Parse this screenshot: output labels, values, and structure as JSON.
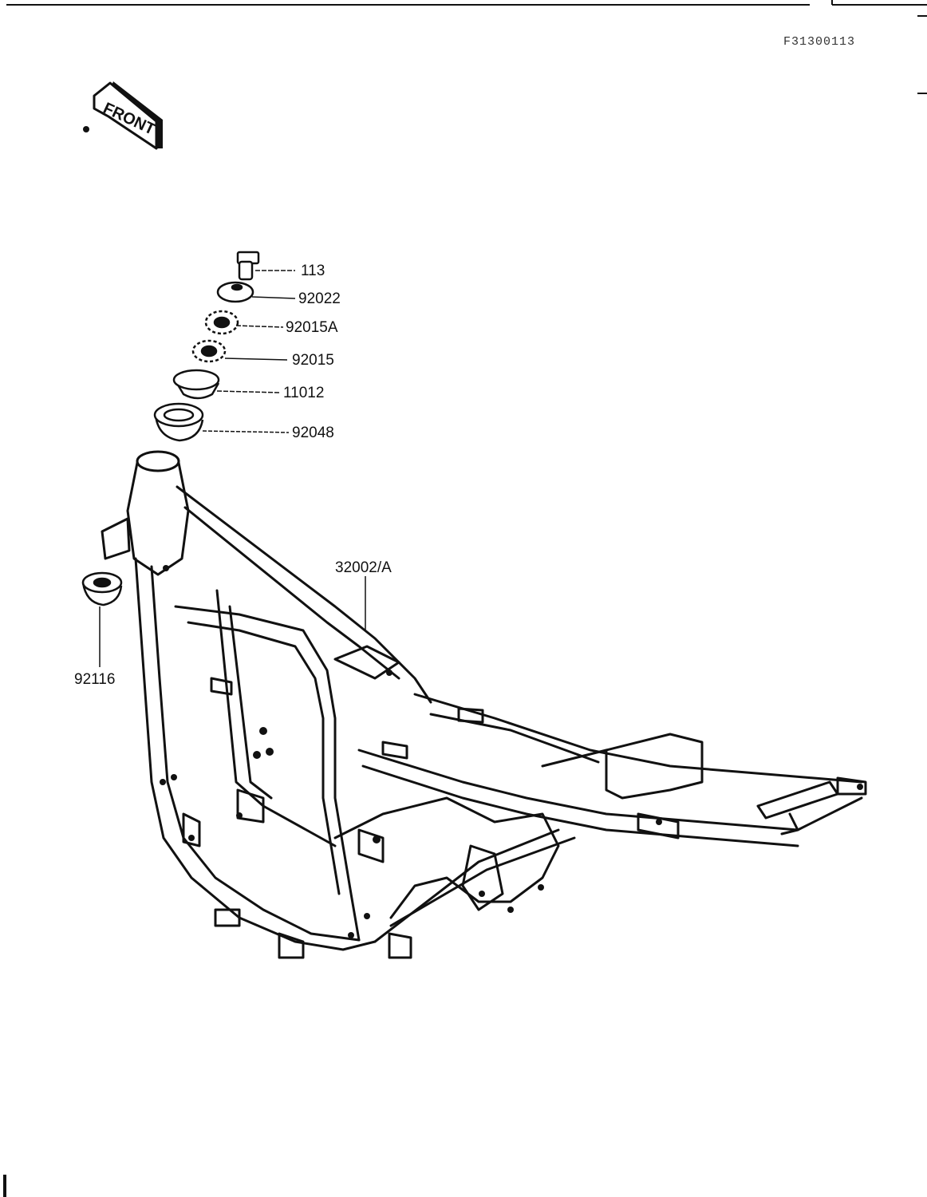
{
  "document": {
    "code": "F31300113",
    "front_badge": "FRONT"
  },
  "parts": [
    {
      "id": "bolt",
      "number": "113",
      "icon": "bolt-icon"
    },
    {
      "id": "washer",
      "number": "92022",
      "icon": "washer-icon"
    },
    {
      "id": "nut-a",
      "number": "92015A",
      "icon": "castle-nut-icon"
    },
    {
      "id": "nut",
      "number": "92015",
      "icon": "castle-nut-icon"
    },
    {
      "id": "race",
      "number": "11012",
      "icon": "race-icon"
    },
    {
      "id": "bearing",
      "number": "92048",
      "icon": "bearing-icon"
    },
    {
      "id": "frame",
      "number": "32002/A",
      "icon": "frame-icon"
    },
    {
      "id": "grommet",
      "number": "92116",
      "icon": "grommet-icon"
    }
  ]
}
